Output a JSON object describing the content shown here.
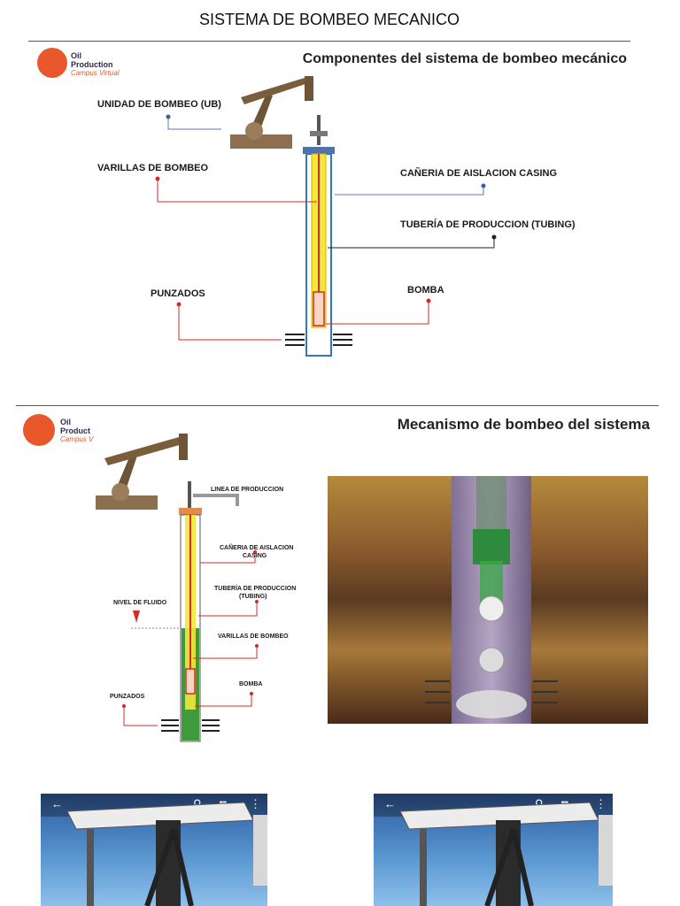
{
  "document": {
    "title": "SISTEMA DE BOMBEO MECANICO"
  },
  "logo": {
    "line1": "Oil",
    "line2": "Production",
    "sub": "Campus Virtual",
    "line2_cut": "Product",
    "sub_cut": "Campus V"
  },
  "slide1": {
    "title": "Componentes del sistema de bombeo mecánico",
    "labels": {
      "unidad": "UNIDAD DE BOMBEO (UB)",
      "varillas": "VARILLAS DE BOMBEO",
      "casing": "CAÑERIA DE AISLACION CASING",
      "tubing": "TUBERÍA DE PRODUCCION (TUBING)",
      "punzados": "PUNZADOS",
      "bomba": "BOMBA"
    }
  },
  "slide2": {
    "title": "Mecanismo de bombeo del sistema",
    "labels": {
      "linea": "LINEA DE PRODUCCION",
      "casing_1": "CAÑERIA DE AISLACION",
      "casing_2": "CASING",
      "tubing_1": "TUBERÍA DE PRODUCCION",
      "tubing_2": "(TUBING)",
      "nivel": "NIVEL DE FLUIDO",
      "varillas": "VARILLAS DE BOMBEO",
      "bomba": "BOMBA",
      "punzados": "PUNZADOS"
    }
  },
  "photo_ui": {
    "back": "←",
    "search": "⚲",
    "camera": "◙",
    "menu": "⋮"
  },
  "colors": {
    "accent": "#e8582b",
    "tubing_fill": "#f3e838",
    "fluid": "#3f9a3c",
    "casing": "#2f79c0",
    "pointer": "#d42a2a"
  }
}
